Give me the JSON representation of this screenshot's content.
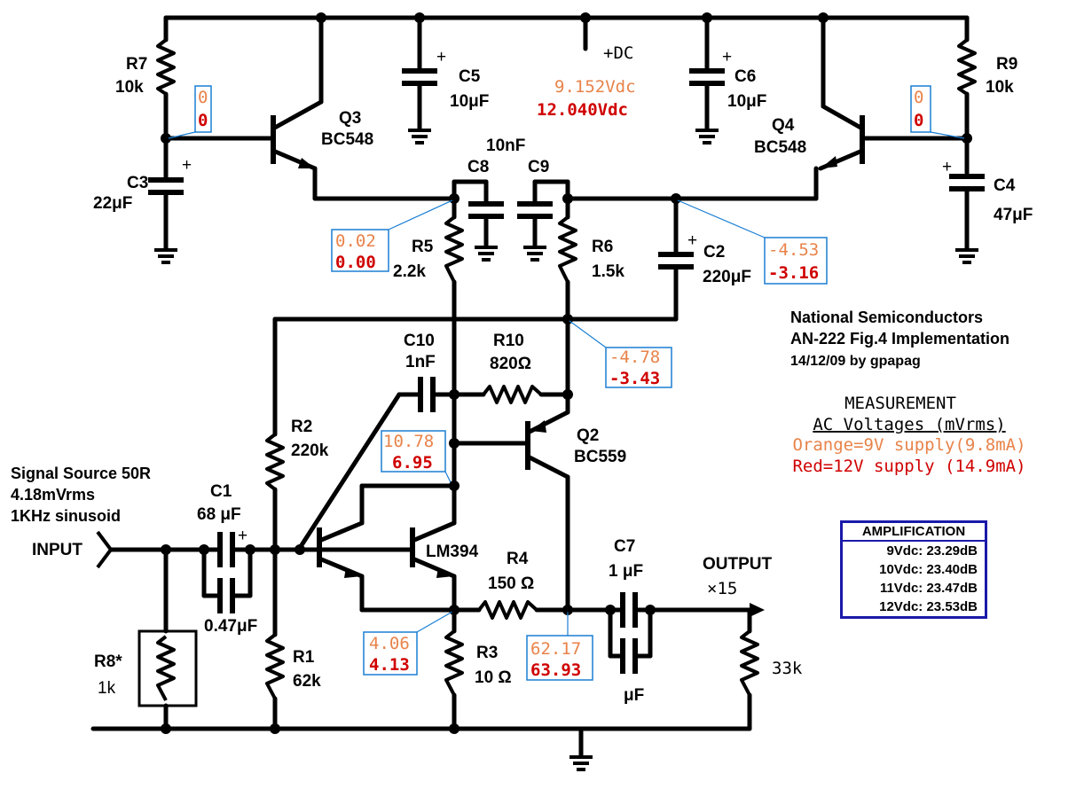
{
  "components": {
    "R7": {
      "name": "R7",
      "value": "10k"
    },
    "R9": {
      "name": "R9",
      "value": "10k"
    },
    "C3": {
      "name": "C3",
      "value": "22μF"
    },
    "C4": {
      "name": "C4",
      "value": "47μF"
    },
    "C5": {
      "name": "C5",
      "value": "10μF"
    },
    "C6": {
      "name": "C6",
      "value": "10μF"
    },
    "Q3": {
      "name": "Q3",
      "value": "BC548"
    },
    "Q4": {
      "name": "Q4",
      "value": "BC548"
    },
    "C8": {
      "name": "C8"
    },
    "C9": {
      "name": "C9"
    },
    "C8C9_value": "10nF",
    "R5": {
      "name": "R5",
      "value": "2.2k"
    },
    "R6": {
      "name": "R6",
      "value": "1.5k"
    },
    "C2": {
      "name": "C2",
      "value": "220μF"
    },
    "C10": {
      "name": "C10",
      "value": "1nF"
    },
    "R10": {
      "name": "R10",
      "value": "820Ω"
    },
    "Q2": {
      "name": "Q2",
      "value": "BC559"
    },
    "R2": {
      "name": "R2",
      "value": "220k"
    },
    "C1": {
      "name": "C1",
      "value": "68 μF"
    },
    "C1b": {
      "value": "0.47μF"
    },
    "LM394": {
      "name": "LM394"
    },
    "R4": {
      "name": "R4",
      "value": "150 Ω"
    },
    "C7": {
      "name": "C7",
      "value": "1 μF"
    },
    "C7b": {
      "value": "μF"
    },
    "R1": {
      "name": "R1",
      "value": "62k"
    },
    "R3": {
      "name": "R3",
      "value": "10 Ω"
    },
    "R8": {
      "name": "R8*",
      "value": "1k"
    },
    "RL": {
      "value": "33k"
    }
  },
  "supply": {
    "label": "+DC",
    "v9": "9.152Vdc",
    "v12": "12.040Vdc"
  },
  "source": {
    "line1": "Signal Source 50R",
    "line2": "4.18mVrms",
    "line3": "1KHz sinusoid",
    "input": "INPUT"
  },
  "output": {
    "label": "OUTPUT",
    "gain": "×15"
  },
  "measurements": {
    "left_base": {
      "orange": "0",
      "red": "0"
    },
    "right_base": {
      "orange": "0",
      "red": "0"
    },
    "c8_node": {
      "orange": "0.02",
      "red": "0.00"
    },
    "c2_node": {
      "orange": "-4.53",
      "red": "-3.16"
    },
    "r6_node": {
      "orange": "-4.78",
      "red": "-3.43"
    },
    "q2_base": {
      "orange": "10.78",
      "red": "6.95"
    },
    "emitter": {
      "orange": "4.06",
      "red": "4.13"
    },
    "out_node": {
      "orange": "62.17",
      "red": "63.93"
    }
  },
  "credits": {
    "line1": "National Semiconductors",
    "line2": "AN-222 Fig.4 Implementation",
    "line3": "14/12/09 by gpapag"
  },
  "legend": {
    "title": "MEASUREMENT",
    "subtitle": "AC Voltages (mVrms)",
    "orange": "Orange=9V supply(9.8mA)",
    "red": "Red=12V supply (14.9mA)"
  },
  "amplification": {
    "title": "AMPLIFICATION",
    "rows": [
      "9Vdc: 23.29dB",
      "10Vdc: 23.40dB",
      "11Vdc: 23.47dB",
      "12Vdc: 23.53dB"
    ]
  },
  "colors": {
    "orange": "#e8834a",
    "red": "#d00000",
    "box": "#1a7fd4",
    "table_border": "#1a1aaa"
  }
}
